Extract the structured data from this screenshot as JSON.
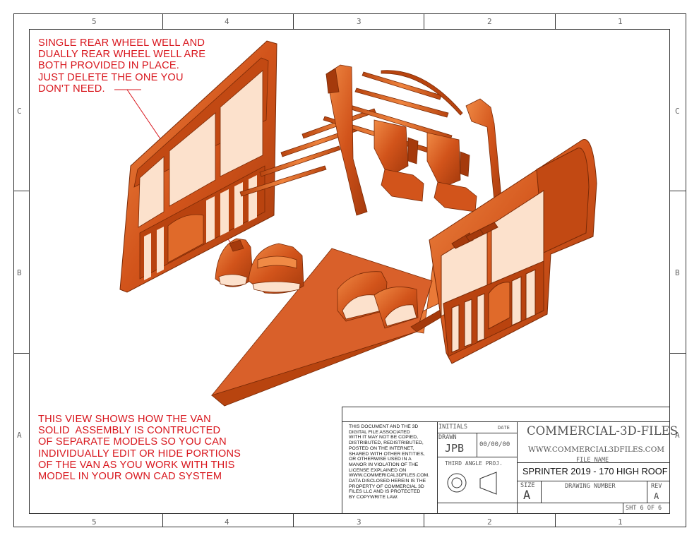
{
  "border": {
    "top_zones": [
      "5",
      "4",
      "3",
      "2",
      "1"
    ],
    "bottom_zones": [
      "5",
      "4",
      "3",
      "2",
      "1"
    ],
    "left_zones": [
      "C",
      "B",
      "A"
    ],
    "right_zones": [
      "C",
      "B",
      "A"
    ]
  },
  "notes": {
    "top": "SINGLE REAR WHEEL WELL AND\nDUALLY REAR WHEEL WELL ARE\nBOTH PROVIDED IN PLACE.\nJUST DELETE THE ONE YOU\nDON'T NEED.",
    "bottom": "THIS VIEW SHOWS HOW THE VAN\nSOLID  ASSEMBLY IS CONTRUCTED\nOF SEPARATE MODELS SO YOU CAN\nINDIVIDUALLY EDIT OR HIDE PORTIONS\nOF THE VAN AS YOU WORK WITH THIS\nMODEL IN YOUR OWN CAD SYSTEM"
  },
  "title_block": {
    "disclaimer": "THIS DOCUMENT AND THE 3D\nDIGITAL FILE ASSOCIATED\nWITH IT MAY NOT BE COPIED,\nDISTRIBUTED, REDISTRIBUTED,\nPOSTED ON THE INTERNET,\nSHARED WITH OTHER ENTITIES,\nOR OTHERWISE USED IN A\nMANOR IN VIOLATION OF THE\nLICENSE EXPLAINED ON\nWWW.COMMERICAL3DFILES.COM.\nDATA DISCLOSED HEREIN IS THE\nPROPERTY OF COMMERCIAL 3D\nFILES LLC AND IS PROTECTED\nBY COPYWRITE LAW.",
    "initials_label": "INITIALS",
    "date_label": "DATE",
    "drawn_label": "DRAWN",
    "drawn_by": "JPB",
    "drawn_date": "00/00/00",
    "projection_label": "THIRD ANGLE PROJ.",
    "company": "COMMERCIAL-3D-FILES",
    "website": "WWW.COMMERCIAL3DFILES.COM",
    "file_name_label": "FILE NAME",
    "file_name": "SPRINTER 2019 - 170 HIGH ROOF",
    "size_label": "SIZE",
    "size": "A",
    "drawing_number_label": "DRAWING NUMBER",
    "rev_label": "REV",
    "rev": "A",
    "sheet": "SHT 6 OF 6"
  },
  "colors": {
    "part_fill": "#d2541b",
    "part_shade": "#a53a0c",
    "part_light": "#f08a45",
    "note_red": "#d8161d"
  }
}
